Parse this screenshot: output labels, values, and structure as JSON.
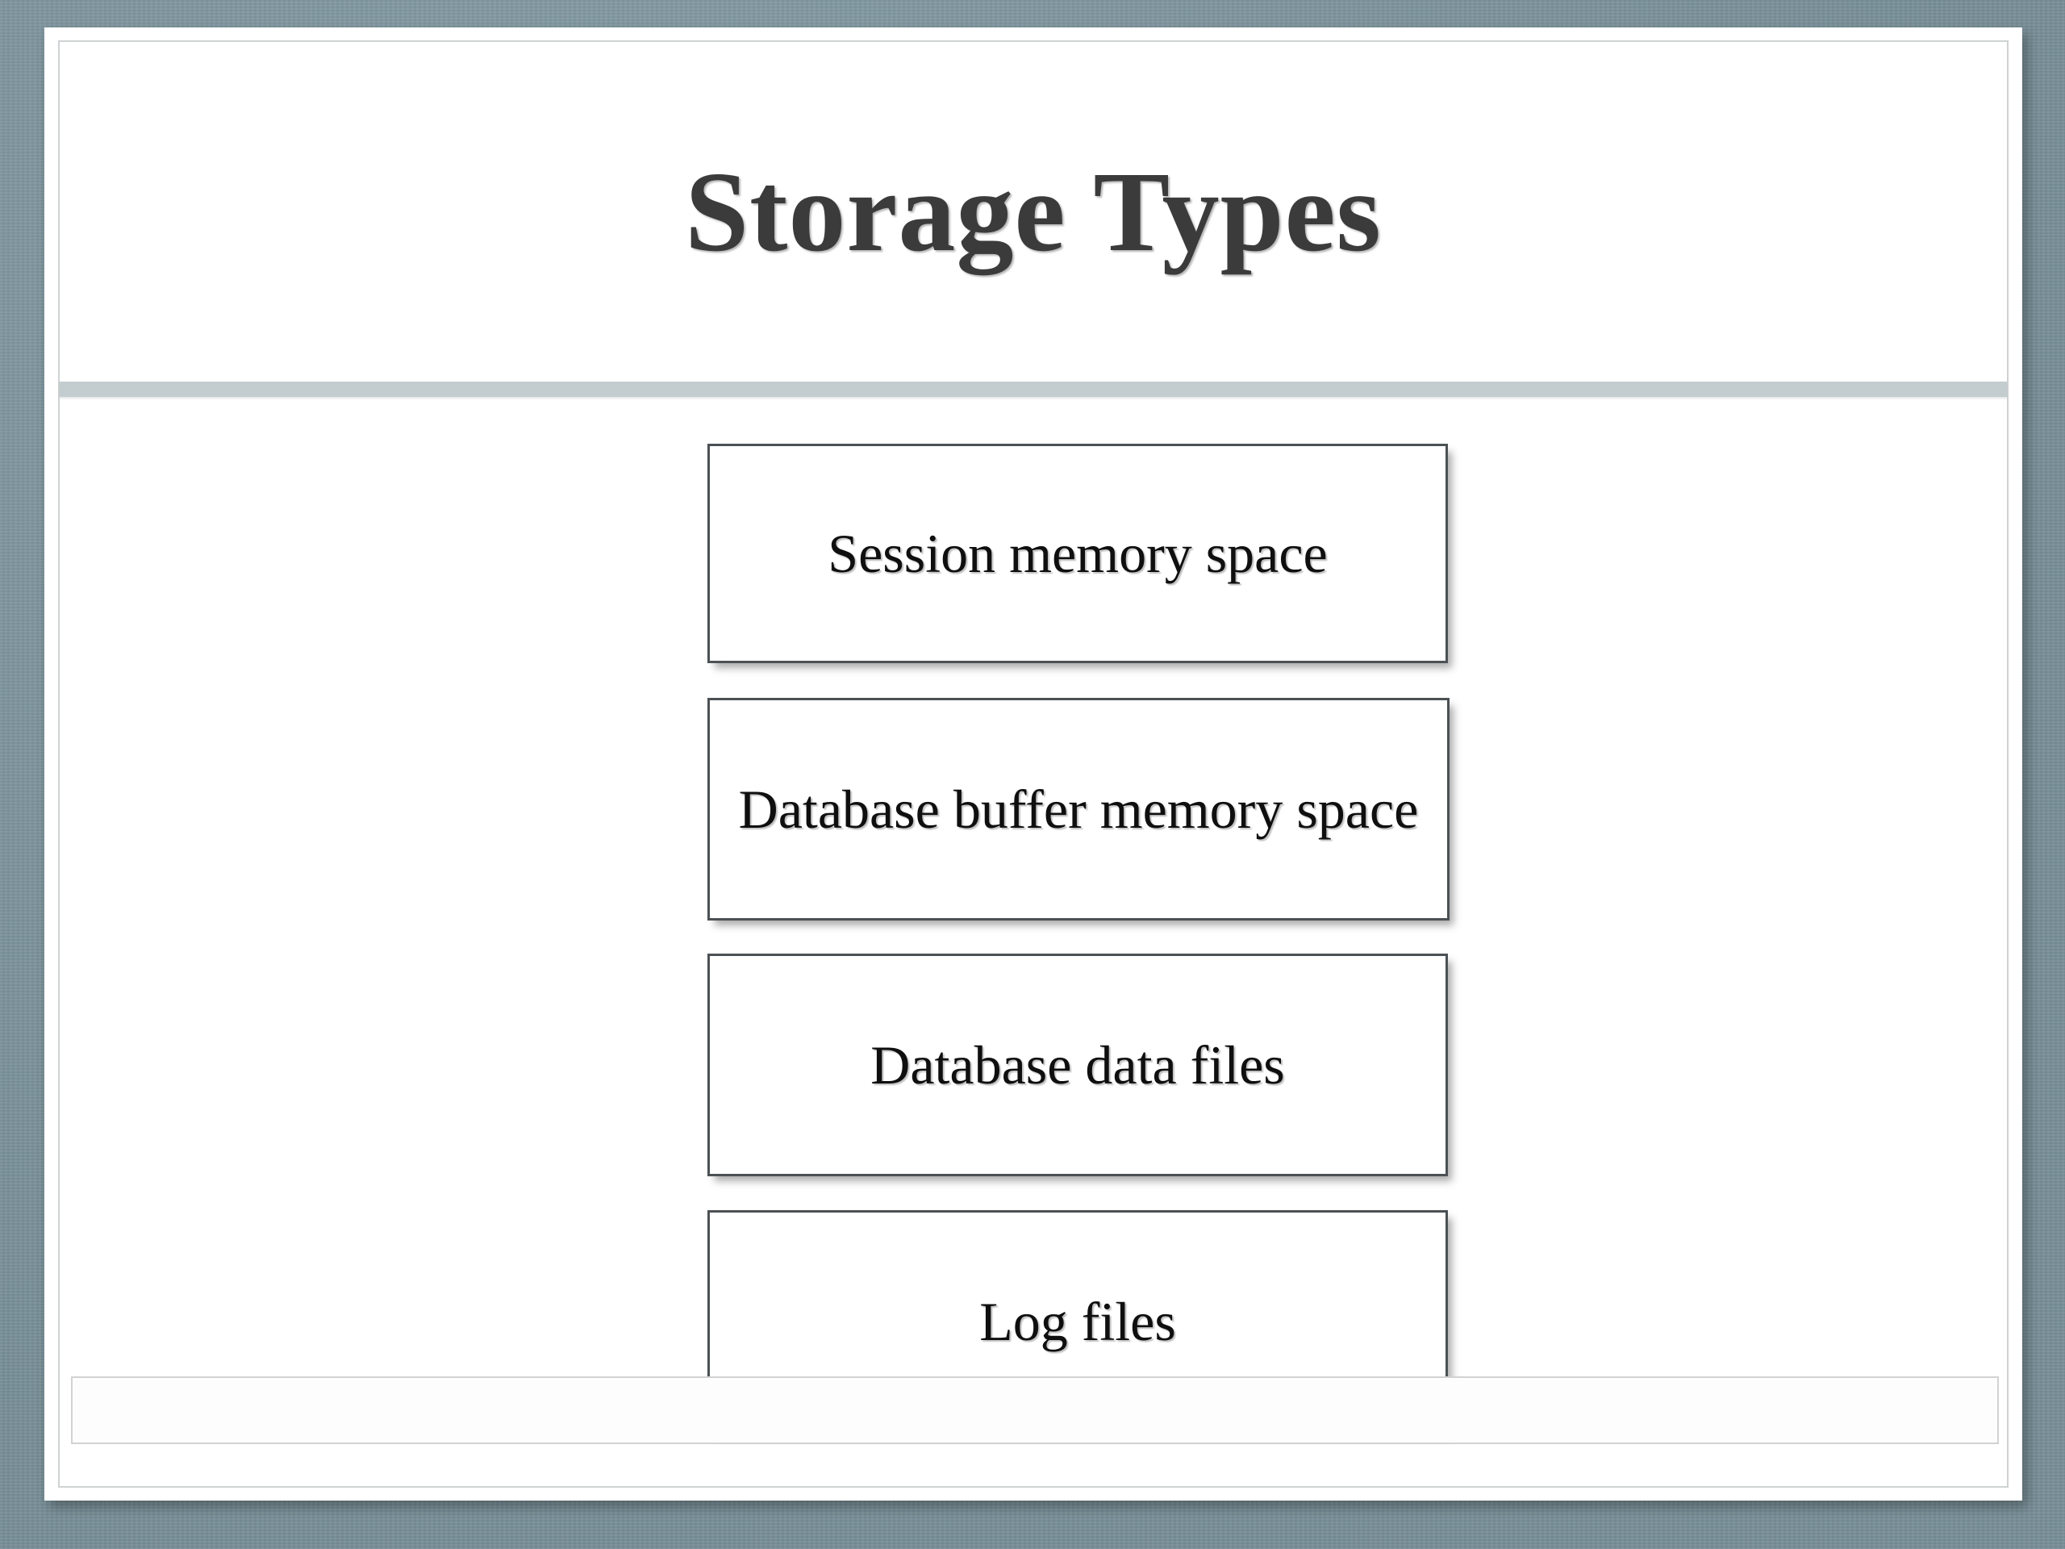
{
  "slide": {
    "title": "Storage Types",
    "background_color": "#7d959e",
    "card_color": "#ffffff",
    "divider_color": "#c3cccf",
    "title_color": "#3b3b3b",
    "box_border_color": "#4b5154",
    "box_text_color": "#0f0f0f",
    "boxes": [
      {
        "label": "Session memory space"
      },
      {
        "label": "Database buffer memory space"
      },
      {
        "label": "Database data files"
      },
      {
        "label": "Log files"
      }
    ]
  }
}
